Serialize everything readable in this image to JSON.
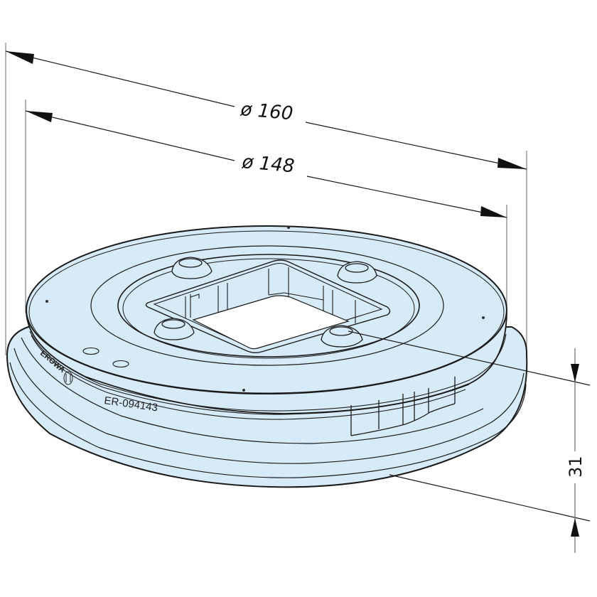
{
  "drawing": {
    "part_number": "ER-094143",
    "brand_mark": "EROWA",
    "fill_color": "#d6ebf7",
    "hole_color": "#ffffff",
    "line_color": "#1a1a1a"
  },
  "dimensions": {
    "outer_diameter": {
      "label": "ø 160",
      "value": 160
    },
    "inner_diameter": {
      "label": "ø 148",
      "value": 148
    },
    "height": {
      "label": "31",
      "value": 31
    }
  }
}
